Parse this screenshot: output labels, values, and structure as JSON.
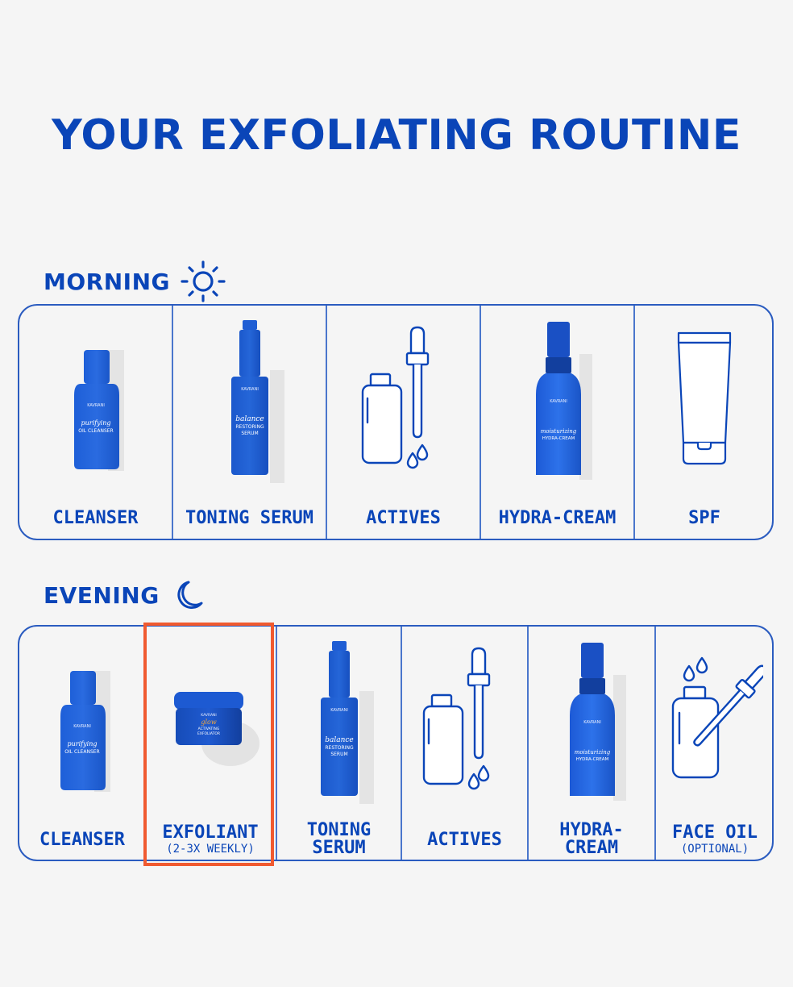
{
  "title": "YOUR EXFOLIATING ROUTINE",
  "colors": {
    "background": "#f5f5f5",
    "primary_blue": "#0a45b8",
    "border_blue": "#2b5cc0",
    "highlight": "#f05a30",
    "product_blue": "#1d5fd6"
  },
  "morning": {
    "heading": "MORNING",
    "icon": "sun-icon",
    "steps": [
      {
        "label": "CLEANSER",
        "visual": "purifying-oil-cleanser-bottle",
        "product_text": "purifying OIL CLEANSER"
      },
      {
        "label": "TONING SERUM",
        "visual": "balance-restoring-serum-bottle",
        "product_text": "balance RESTORING SERUM"
      },
      {
        "label": "ACTIVES",
        "visual": "bottle-dropper-icon"
      },
      {
        "label": "HYDRA-CREAM",
        "visual": "moisturizing-hydra-cream-bottle",
        "product_text": "moisturizing HYDRA-CREAM"
      },
      {
        "label": "SPF",
        "visual": "tube-icon"
      }
    ]
  },
  "evening": {
    "heading": "EVENING",
    "icon": "moon-icon",
    "steps": [
      {
        "label": "CLEANSER",
        "visual": "purifying-oil-cleanser-bottle"
      },
      {
        "label": "EXFOLIANT",
        "sublabel": "(2-3X WEEKLY)",
        "visual": "glow-activating-exfoliator-jar",
        "product_text": "glow ACTIVATING EXFOLIATOR",
        "highlighted": true
      },
      {
        "label": "TONING",
        "label2": "SERUM",
        "visual": "balance-restoring-serum-bottle"
      },
      {
        "label": "ACTIVES",
        "visual": "bottle-dropper-icon"
      },
      {
        "label": "HYDRA-",
        "label2": "CREAM",
        "visual": "moisturizing-hydra-cream-bottle"
      },
      {
        "label": "FACE OIL",
        "sublabel": "(OPTIONAL)",
        "visual": "oil-bottle-dropper-icon"
      }
    ]
  }
}
